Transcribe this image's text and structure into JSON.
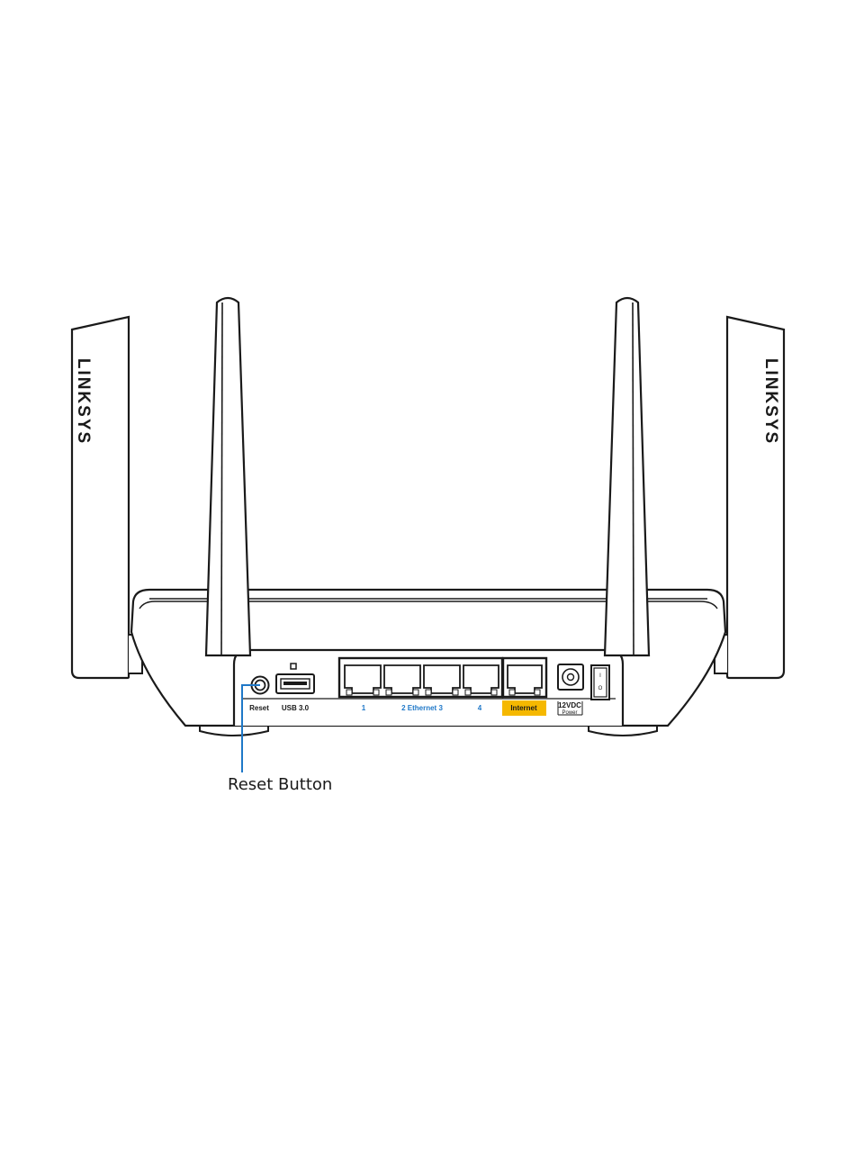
{
  "brand": {
    "left": "LINKSYS",
    "right": "LINKSYS"
  },
  "ports": {
    "reset": "Reset",
    "usb": "USB 3.0",
    "eth1": "1",
    "ethernet_group": "2 Ethernet 3",
    "eth4": "4",
    "internet": "Internet",
    "power_voltage": "12VDC",
    "power_label": "Power",
    "switch_on": "I",
    "switch_off": "O"
  },
  "callout": {
    "label": "Reset Button"
  },
  "colors": {
    "outline": "#1a1a1a",
    "callout_line": "#1f78c8",
    "ethernet_text": "#1f78c8",
    "internet_badge": "#f5b800"
  }
}
